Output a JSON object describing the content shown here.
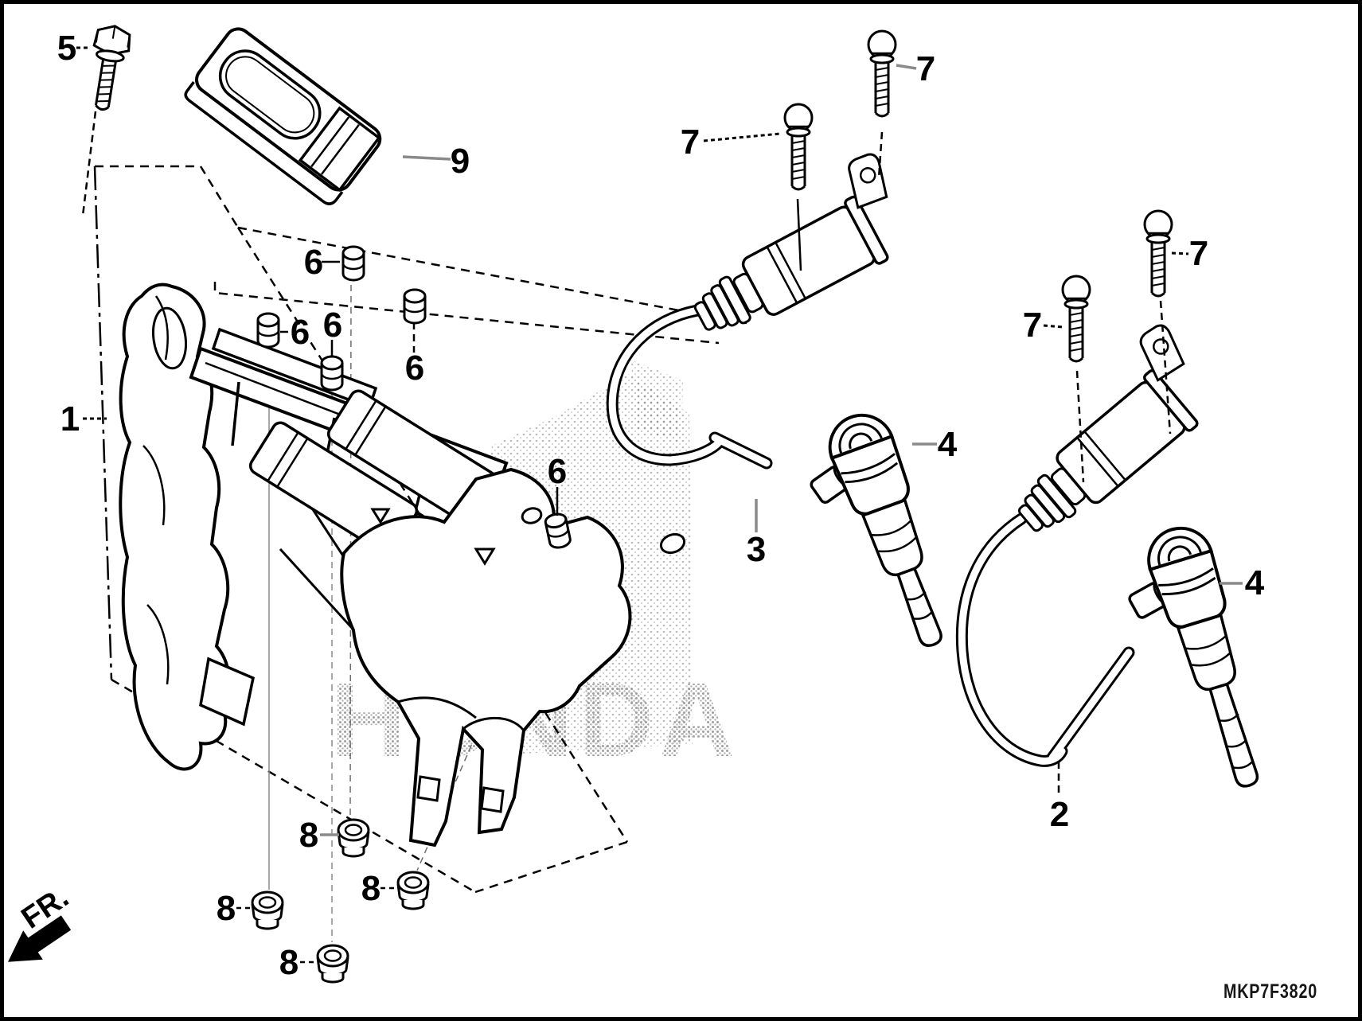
{
  "diagram": {
    "code": "MKP7F3820",
    "front_label": "FR.",
    "watermark": "HONDA"
  },
  "labels": {
    "l1": "1",
    "l2": "2",
    "l3": "3",
    "l4a": "4",
    "l4b": "4",
    "l5": "5",
    "l6a": "6",
    "l6b": "6",
    "l6c": "6",
    "l6d": "6",
    "l6e": "6",
    "l7a": "7",
    "l7b": "7",
    "l7c": "7",
    "l7d": "7",
    "l8a": "8",
    "l8b": "8",
    "l8c": "8",
    "l8d": "8",
    "l9": "9"
  },
  "colors": {
    "line": "#000000",
    "leader": "#8a8a8a",
    "background": "#ffffff",
    "watermark_dot": "#8f8f8f"
  }
}
